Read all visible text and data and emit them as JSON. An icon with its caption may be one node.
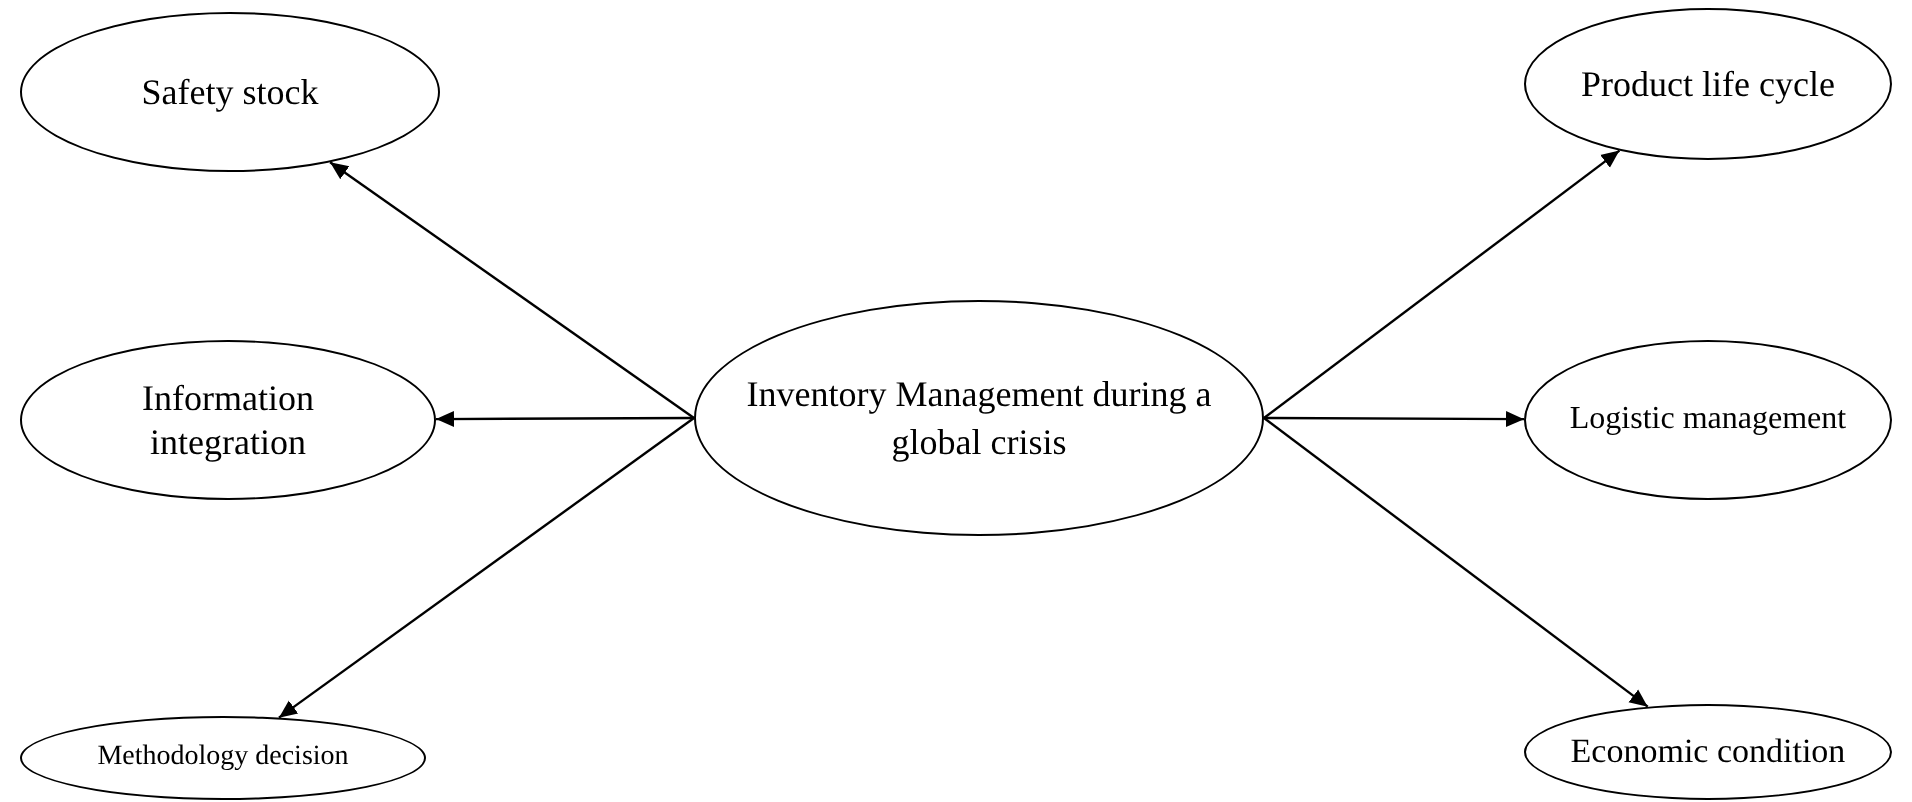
{
  "diagram": {
    "nodes": [
      {
        "text": [
          "Inventory Management during a global crisis"
        ]
      },
      {
        "text": [
          "Safety stock"
        ]
      },
      {
        "text": [
          "Information integration"
        ]
      },
      {
        "text": [
          "Methodology decision"
        ]
      },
      {
        "text": [
          "Product life cycle"
        ]
      },
      {
        "text": [
          "Logistic management"
        ]
      },
      {
        "text": [
          "Economic condition"
        ]
      }
    ],
    "edges": [
      {
        "from": 0,
        "to": 1,
        "arrow": "to"
      },
      {
        "from": 0,
        "to": 2,
        "arrow": "to"
      },
      {
        "from": 0,
        "to": 3,
        "arrow": "to"
      },
      {
        "from": 0,
        "to": 4,
        "arrow": "to"
      },
      {
        "from": 0,
        "to": 5,
        "arrow": "to"
      },
      {
        "from": 0,
        "to": 6,
        "arrow": "to"
      }
    ]
  }
}
